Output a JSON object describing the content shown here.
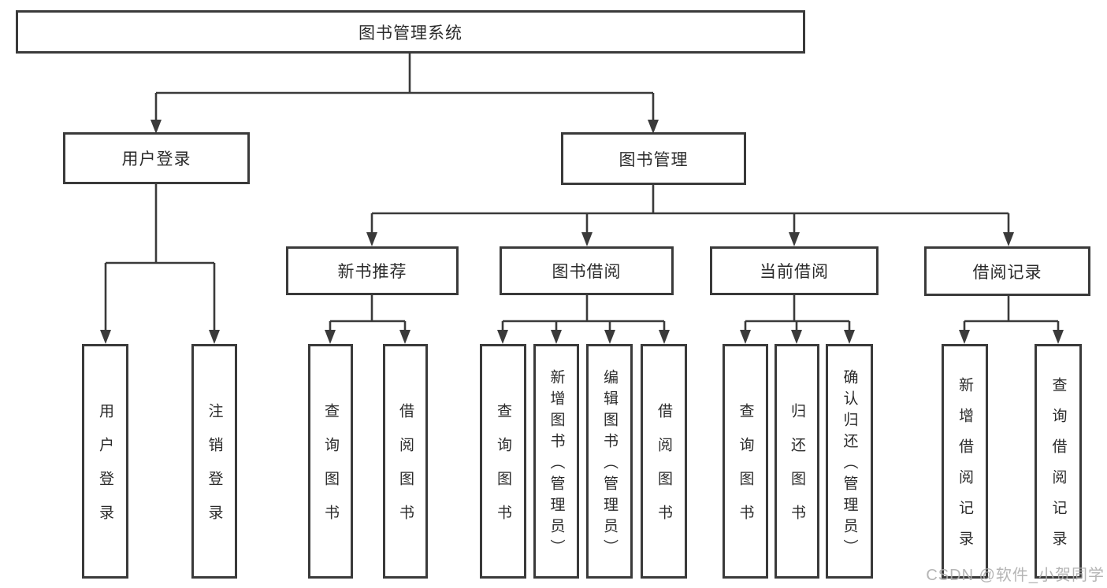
{
  "tree": {
    "label": "图书管理系统",
    "children": [
      {
        "label": "用户登录",
        "children": [
          {
            "label": "用户登录"
          },
          {
            "label": "注销登录"
          }
        ]
      },
      {
        "label": "图书管理",
        "children": [
          {
            "label": "新书推荐",
            "children": [
              {
                "label": "查询图书"
              },
              {
                "label": "借阅图书"
              }
            ]
          },
          {
            "label": "图书借阅",
            "children": [
              {
                "label": "查询图书"
              },
              {
                "label": "新增图书（管理员）"
              },
              {
                "label": "编辑图书（管理员）"
              },
              {
                "label": "借阅图书"
              }
            ]
          },
          {
            "label": "当前借阅",
            "children": [
              {
                "label": "查询图书"
              },
              {
                "label": "归还图书"
              },
              {
                "label": "确认归还（管理员）"
              }
            ]
          },
          {
            "label": "借阅记录",
            "children": [
              {
                "label": "新增借阅记录"
              },
              {
                "label": "查询借阅记录"
              }
            ]
          }
        ]
      }
    ]
  },
  "watermark": {
    "text": "CSDN @软件_小贺同学"
  },
  "colors": {
    "line": "#3a3a3a",
    "box_border": "#3a3a3a",
    "box_background": "#ffffff",
    "text": "#2b2b2b",
    "watermark": "#adadad",
    "page_background": "#ffffff"
  }
}
